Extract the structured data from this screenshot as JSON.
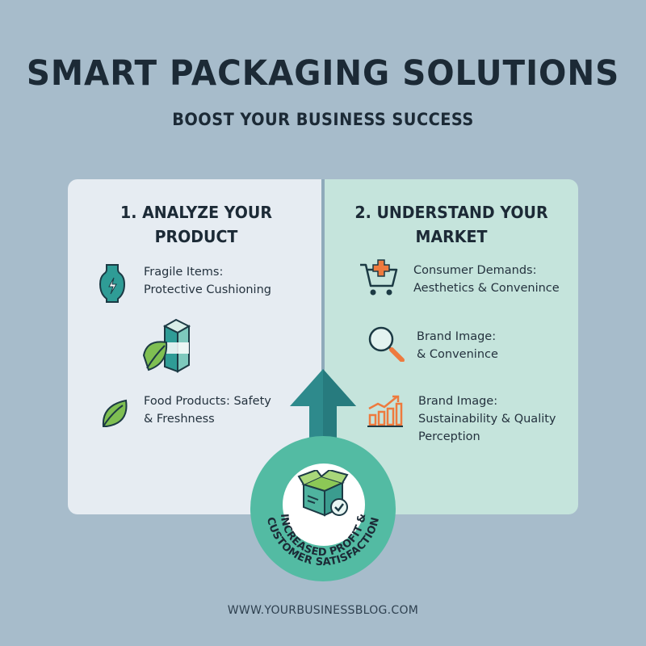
{
  "header": {
    "title": "SMART PACKAGING SOLUTIONS",
    "subtitle": "BOOST YOUR BUSINESS SUCCESS"
  },
  "left_panel": {
    "heading_line1": "1. ANALYZE YOUR",
    "heading_line2": "PRODUCT",
    "items": [
      {
        "icon": "fragile-vase-icon",
        "line1": "Fragile Items:",
        "line2": "Protective Cushioning"
      },
      {
        "icon": "food-products-icon",
        "line1": "",
        "line2": ""
      },
      {
        "icon": "leaf-icon",
        "line1": "Food Products: Safety",
        "line2": "& Freshness"
      }
    ]
  },
  "right_panel": {
    "heading_line1": "2. UNDERSTAND YOUR",
    "heading_line2": "MARKET",
    "items": [
      {
        "icon": "shopping-cart-icon",
        "line1": "Consumer Demands:",
        "line2": "Aesthetics & Convenince",
        "line3": ""
      },
      {
        "icon": "magnifier-icon",
        "line1": "Brand Image:",
        "line2": "& Convenince",
        "line3": ""
      },
      {
        "icon": "growth-chart-icon",
        "line1": "Brand Image:",
        "line2": "Sustainability & Quality",
        "line3": "Perception"
      }
    ]
  },
  "badge": {
    "text_line1": "INCREASED PROFIT &",
    "text_line2": "CUSTOMER SATISFACTION",
    "icon": "package-check-icon"
  },
  "footer": {
    "text": "WWW.YOURBUSINESSBLOG.COM"
  },
  "colors": {
    "background": "#a7bccb",
    "left_panel": "#e6ecf2",
    "right_panel": "#c5e4dc",
    "teal": "#2e8a8c",
    "badge": "#53bba3",
    "dark_text": "#1c2a36"
  }
}
